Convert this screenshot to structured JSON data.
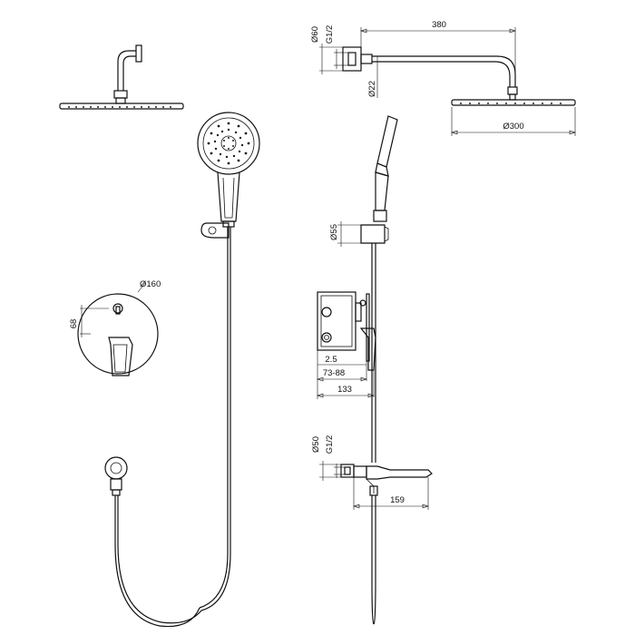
{
  "dimensions": {
    "arm_length": "380",
    "rosette_diameter": "Ø60",
    "arm_thread": "G1/2",
    "arm_diameter": "Ø22",
    "head_diameter": "Ø300",
    "holder_diameter": "Ø55",
    "plate_diameter": "Ø160",
    "lever_offset": "68",
    "plate_gap": "2.5",
    "wall_depth": "73-88",
    "total_depth": "133",
    "outlet_diameter": "Ø50",
    "outlet_thread": "G1/2",
    "spout_length": "159"
  }
}
